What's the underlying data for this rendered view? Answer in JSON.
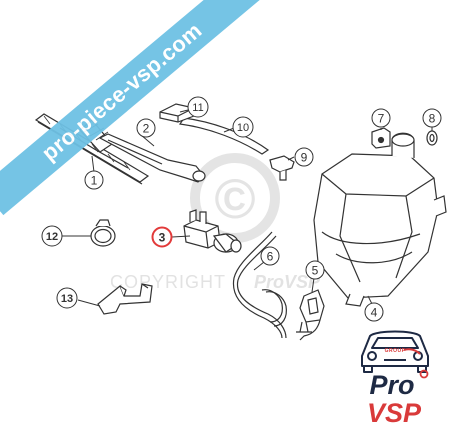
{
  "watermark": {
    "ribbon_text": "pro-piece-vsp.com",
    "copyright_symbol": "©",
    "copyright_text": "COPYRIGHT",
    "copyright_brand": "ProVSP"
  },
  "logo": {
    "group_label": "GROUP",
    "line1": "Pro",
    "line2": "VSP",
    "colors": {
      "dark": "#1e2a44",
      "red": "#d93a3a"
    }
  },
  "callouts": [
    {
      "id": "1",
      "label": "1",
      "highlight": false
    },
    {
      "id": "2",
      "label": "2",
      "highlight": false
    },
    {
      "id": "3",
      "label": "3",
      "highlight": true
    },
    {
      "id": "4",
      "label": "4",
      "highlight": false
    },
    {
      "id": "5",
      "label": "5",
      "highlight": false
    },
    {
      "id": "6",
      "label": "6",
      "highlight": false
    },
    {
      "id": "7",
      "label": "7",
      "highlight": false
    },
    {
      "id": "8",
      "label": "8",
      "highlight": false
    },
    {
      "id": "9",
      "label": "9",
      "highlight": false
    },
    {
      "id": "10",
      "label": "10",
      "highlight": false
    },
    {
      "id": "11",
      "label": "11",
      "highlight": false
    },
    {
      "id": "12",
      "label": "12",
      "highlight": false
    },
    {
      "id": "13",
      "label": "13",
      "highlight": false
    }
  ],
  "colors": {
    "line": "#333333",
    "highlight": "#e23a3a",
    "ribbon": "#6ec1e4",
    "watermark": "#cfcfcf"
  }
}
